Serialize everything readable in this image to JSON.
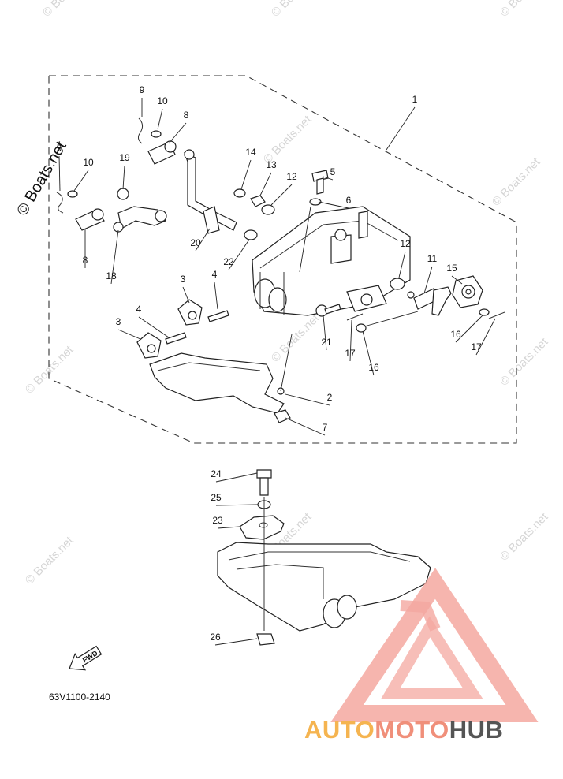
{
  "diagram_code": "63V1100-2140",
  "fwd_label": "FWD",
  "watermark_text": "© Boats.net",
  "watermark_large": "© Boats.net",
  "brand": {
    "part1": "AUTO",
    "part2": "MOTO",
    "part3": "HUB",
    "color_light": "#f5b450",
    "color_accent": "#f0a090",
    "color_dark": "#555555"
  },
  "callouts": [
    "1",
    "2",
    "3",
    "3",
    "4",
    "4",
    "5",
    "6",
    "7",
    "8",
    "8",
    "9",
    "9",
    "10",
    "10",
    "11",
    "12",
    "12",
    "13",
    "14",
    "15",
    "16",
    "16",
    "17",
    "17",
    "18",
    "19",
    "20",
    "21",
    "22",
    "23",
    "24",
    "25",
    "26"
  ]
}
